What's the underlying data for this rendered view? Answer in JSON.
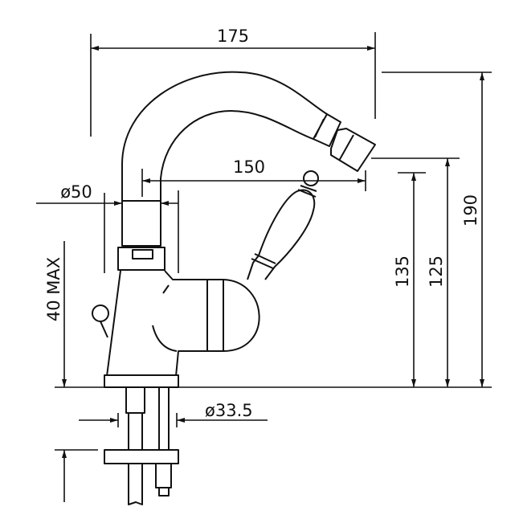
{
  "title": "Bidet mixer technical drawing",
  "dimensions": {
    "overall_width": "175",
    "spout_reach": "150",
    "column_diameter": "ø50",
    "deck_thickness": "40 MAX",
    "overall_height": "190",
    "outlet_height": "125",
    "handle_height": "135",
    "shank_diameter": "ø33.5"
  },
  "colors": {
    "line": "#111111",
    "background": "#ffffff"
  }
}
